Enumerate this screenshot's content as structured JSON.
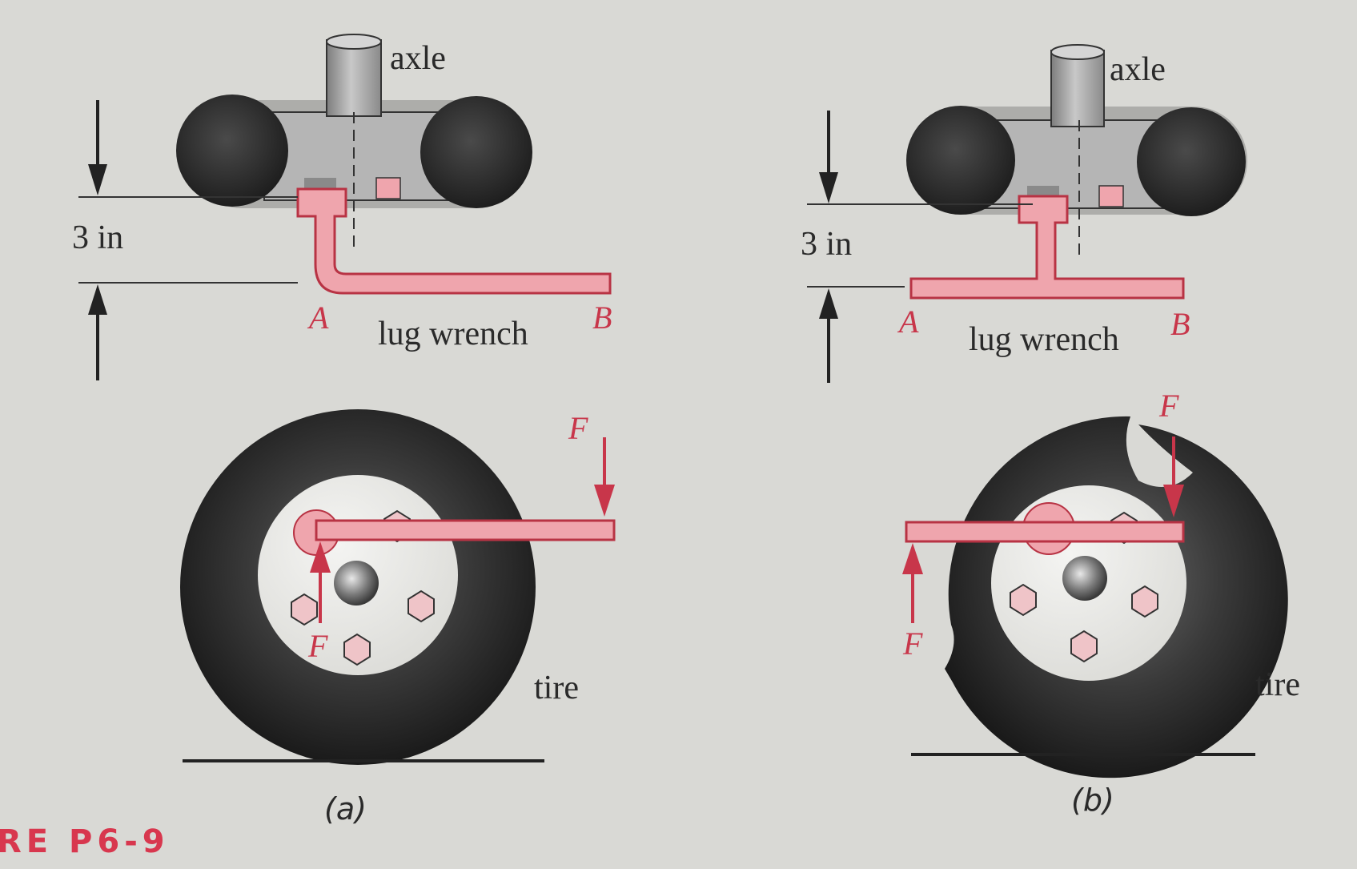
{
  "figure_caption": "RE P6-9",
  "colors": {
    "background": "#d9d9d5",
    "wrench": "#efa5ad",
    "wrench_edge": "#b83344",
    "force_red": "#c8364a",
    "tire_dark": "#262626",
    "hub_gray": "#a9a9a9"
  },
  "panel_a": {
    "caption": "(a)",
    "axle_label": "axle",
    "dimension_label": "3 in",
    "point_a": "A",
    "point_b": "B",
    "wrench_label": "lug wrench",
    "force_top": "F",
    "force_bottom": "F",
    "tire_label": "tire"
  },
  "panel_b": {
    "caption": "(b)",
    "axle_label": "axle",
    "dimension_label": "3 in",
    "point_a": "A",
    "point_b": "B",
    "wrench_label": "lug wrench",
    "force_top": "F",
    "force_bottom": "F",
    "tire_label": "tire"
  }
}
